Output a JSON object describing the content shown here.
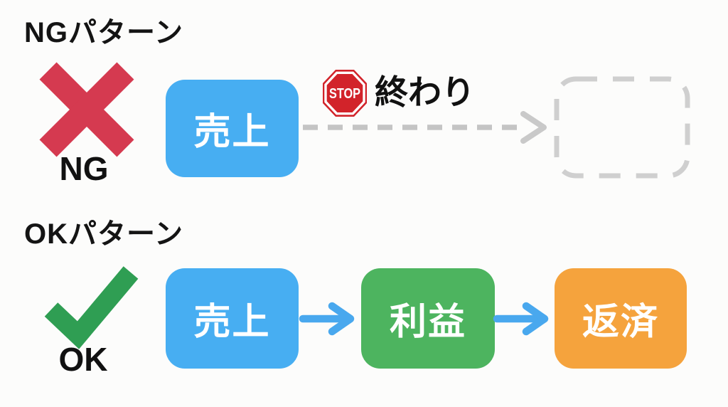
{
  "colors": {
    "background": "#FCFCFB",
    "node_blue": "#47AEF2",
    "node_green": "#4DB45F",
    "node_orange": "#F5A33D",
    "cross_red": "#D53A50",
    "check_green": "#2F9E53",
    "stop_red": "#D2232A",
    "arrow_blue": "#49A8EE",
    "dash_gray": "#C4C4C4",
    "ghost_box_gray": "#CFCFCF",
    "heading_text": "#141414",
    "node_text": "#FFFFFF"
  },
  "ng_section": {
    "heading": "NGパターン",
    "mark_label": "NG",
    "node": {
      "label": "売上"
    },
    "stop_badge": "STOP",
    "stop_caption": "終わり"
  },
  "ok_section": {
    "heading": "OKパターン",
    "mark_label": "OK",
    "nodes": [
      {
        "label": "売上"
      },
      {
        "label": "利益"
      },
      {
        "label": "返済"
      }
    ]
  }
}
